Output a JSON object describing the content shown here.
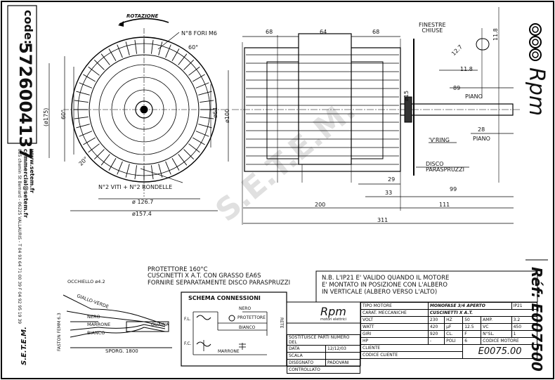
{
  "sheet": {
    "code_label": "code:",
    "code_value": "5726004137",
    "ref_label": "Réf: E007500",
    "brand": "Rpm",
    "vendor_lines": [
      "www.setem.fr",
      "commercial@setem.fr",
      "885 chemin St Bernard - 06225 VALLAURIS - T 04 93 64 71 00 39 F 04 92 95 19 39"
    ],
    "watermark": "S.E.T.E.M."
  },
  "drawing": {
    "rotation_label": "ROTAZIONE",
    "holes_label": "N°8 FORI M6",
    "angle_60": "60°",
    "angle_20": "20°",
    "dim_175": "(ø175)",
    "dim_60": "60°",
    "dim_64": "ø64",
    "dim_100": "ø100",
    "dim_126": "ø 126.7",
    "dim_157": "ø157.4",
    "screws_label": "N°2 VITI + N°2 RONDELLE",
    "dim_68a": "68",
    "dim_64b": "64",
    "dim_68b": "68",
    "windows_label": "FINESTRE\nCHIUSE",
    "dim_127": "12.7",
    "dim_118": "11.8",
    "dim_118b": "11.8",
    "dim_89": "89",
    "piano1": "PIANO",
    "dim_15": "ø15",
    "dim_28": "28",
    "piano2": "PIANO",
    "vring": "'V'RING",
    "disco": "DISCO\nPARASPRUZZI",
    "dim_29": "29",
    "dim_33": "33",
    "dim_99": "99",
    "dim_200": "200",
    "dim_111": "111",
    "dim_311": "311"
  },
  "notes": {
    "protector": "PROTETTORE 160°C\nCUSCINETTI X A.T. CON GRASSO EA6S\nFORNIRE SEPARATAMENTE DISCO PARASPRUZZI",
    "ip21": "N.B. L'IP21 E' VALIDO QUANDO IL MOTORE\nE' MONTATO IN POSIZIONE CON L'ALBERO\nIN VERTICALE (ALBERO VERSO L'ALTO)"
  },
  "cable": {
    "occhiello": "OCCHIELLO ø4.2",
    "faston": "FASTON FEMM 6.3",
    "giallo": "GIALLO-VERDE",
    "nero": "NERO",
    "marrone": "MARRONE",
    "bianco": "BIANCO",
    "guaina": "GUAINA",
    "sporg": "SPORG. 1800"
  },
  "schema": {
    "title": "SCHEMA CONNESSIONI",
    "nero": "NERO",
    "protettore": "PROTETTORE",
    "bianco": "BIANCO",
    "marrone": "MARRONE",
    "fl": "F.L.",
    "fc": "F.C.",
    "rete": "RETE"
  },
  "titleblock": {
    "brand": "Rpm",
    "subtitle": "motori elettrici",
    "tipo_label": "TIPO MOTORE",
    "tipo_value": "MONOFASE 3/4 APERTO",
    "ip": "IP21",
    "carat_label": "CARAT. MECCANICHE",
    "carat_value": "CUSCINETTI X A.T.",
    "volt_label": "VOLT",
    "volt": "230",
    "hz_label": "HZ",
    "hz": "50",
    "amp_label": "AMP.",
    "amp": "3.2",
    "watt_label": "WATT",
    "watt": "420",
    "hp_label": "HP",
    "hp": "-",
    "uf_label": "µF",
    "uf": "12.5",
    "vc_label": "VC",
    "vc": "450",
    "giri_label": "GIRI",
    "giri": "920",
    "poli_label": "POLI",
    "poli": "6",
    "cl_label": "CL.",
    "cl": "F",
    "nsl_label": "N°SL.",
    "nsl": "1",
    "sost_label": "SOSTITUISCE PARTI NUMERO DEL",
    "cliente_label": "CLIENTE",
    "codmot_label": "CODICE MOTORE",
    "data_label": "DATA",
    "data": "12/12/03",
    "scala_label": "SCALA",
    "disegnato_label": "DISEGNATO",
    "disegnato": "PADOVANI",
    "controllato_label": "CONTROLLATO",
    "codcli_label": "CODICE CLIENTE",
    "code": "E0075.00"
  }
}
